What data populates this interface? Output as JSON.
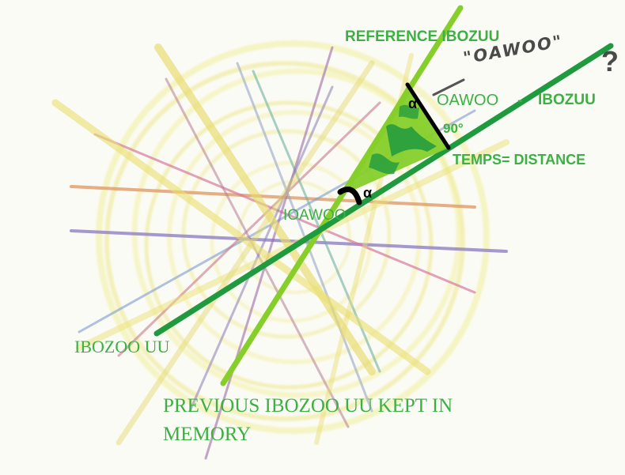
{
  "colors": {
    "background": "#fbfbf5",
    "label_green": "#3cb043",
    "bright_green": "#86cf2a",
    "dark_green": "#1f9a3e",
    "black": "#000000",
    "handwriting": "#4a4a4a"
  },
  "labels": {
    "reference": "REFERENCE IBOZUU",
    "oawoo_handwritten": "\"OAWOO\"",
    "question_mark": "?",
    "oawoo_near_angle": "OAWOO",
    "dash": "-",
    "ibozuu": "IBOZUU",
    "right_angle": "90°",
    "alpha_upper": "α",
    "alpha_lower": "α",
    "time_distance": "TEMPS= DISTANCE",
    "oawoo_center": "IOAWOO",
    "ibozoo_uu": "IBOZOO UU",
    "previous_line1": "PREVIOUS IBOZOO UU KEPT IN",
    "previous_line2": "MEMORY"
  }
}
